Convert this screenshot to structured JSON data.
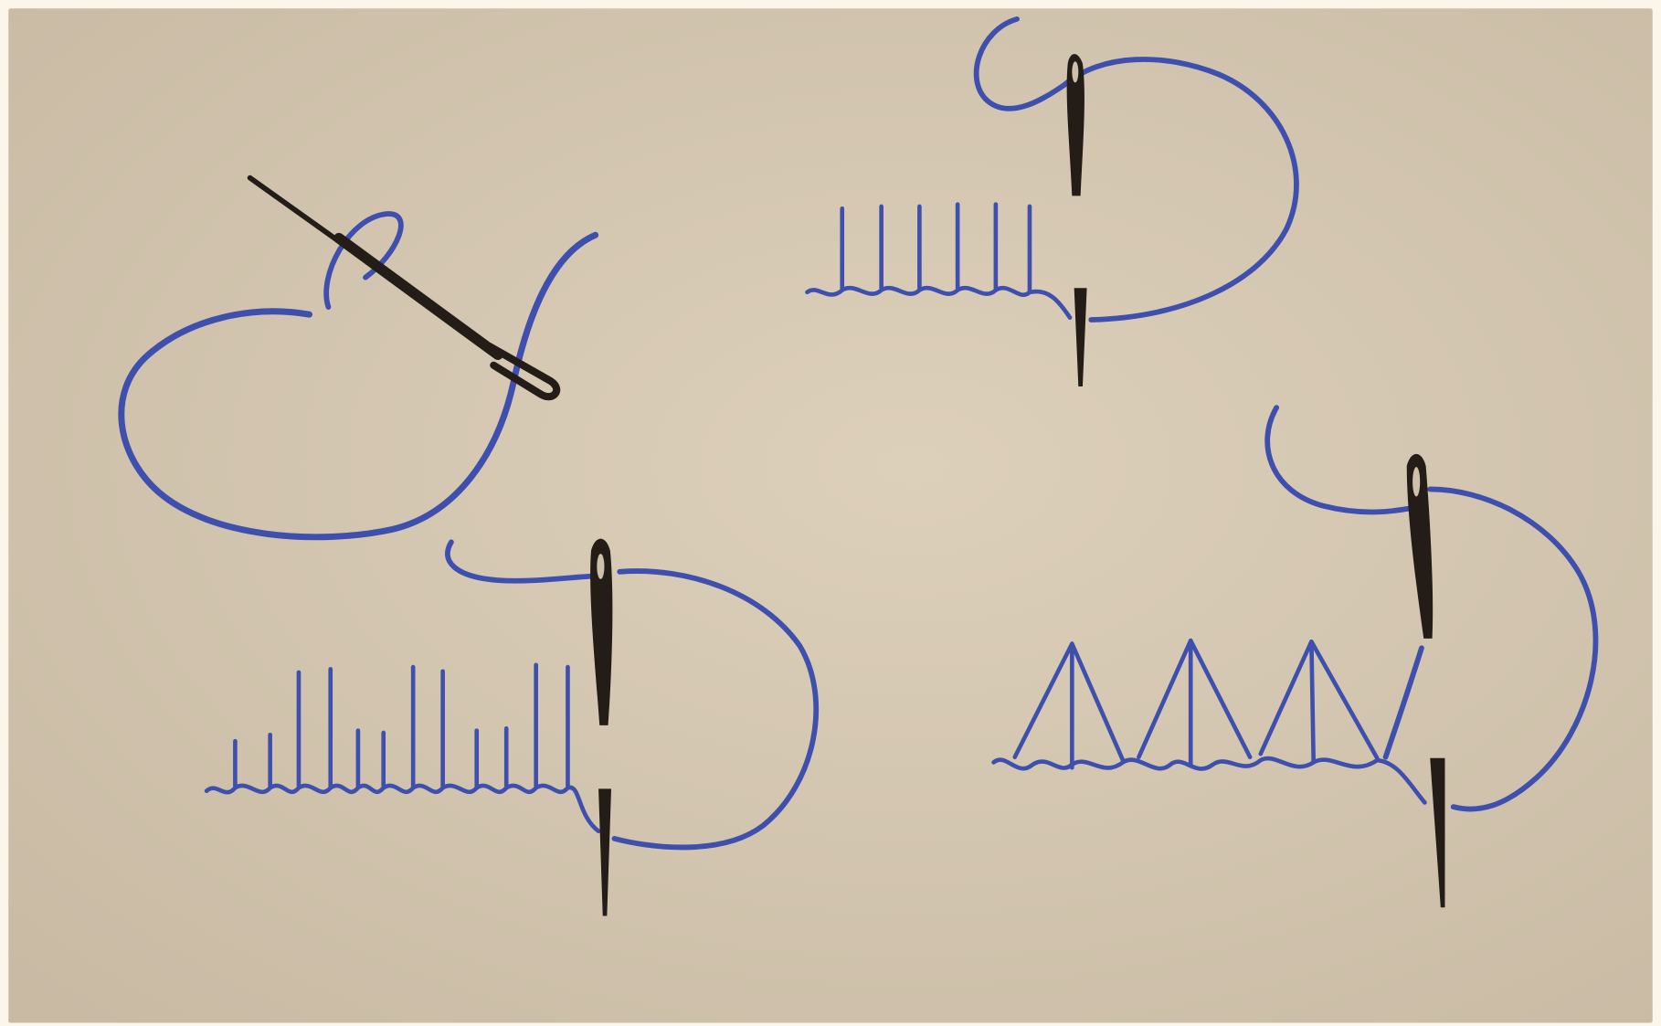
{
  "image": {
    "kind": "hand-drawn embroidery stitch diagram",
    "colors": {
      "border": "#fbf5ea",
      "paper_light": "#dccfba",
      "paper_dark": "#c9bba4",
      "thread": "#3e4fae",
      "needle": "#241c16"
    }
  },
  "panels": [
    {
      "id": "threading",
      "icon": "needle-with-thread-loop-icon"
    },
    {
      "id": "buttonhole-even",
      "icon": "needle-buttonhole-stitch-icon"
    },
    {
      "id": "buttonhole-varied",
      "icon": "needle-buttonhole-stitch-icon"
    },
    {
      "id": "buttonhole-triangle",
      "icon": "needle-triangle-stitch-icon"
    }
  ]
}
